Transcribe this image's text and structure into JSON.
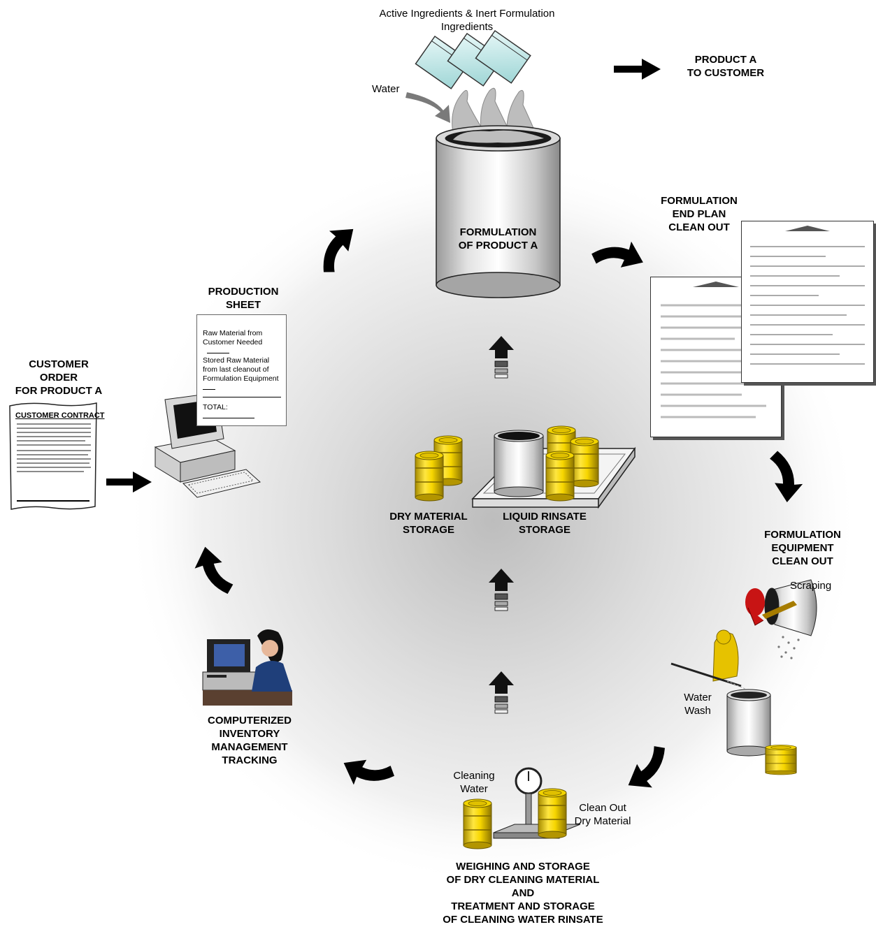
{
  "labels": {
    "ingredients": [
      "Active Ingredients & Inert Formulation",
      "Ingredients"
    ],
    "water": "Water",
    "product_to_customer": [
      "PRODUCT A",
      "TO CUSTOMER"
    ],
    "formulation": [
      "FORMULATION",
      "OF PRODUCT A"
    ],
    "end_plan": [
      "FORMULATION",
      "END PLAN",
      "CLEAN OUT"
    ],
    "production_sheet": [
      "PRODUCTION",
      "SHEET"
    ],
    "customer_order": [
      "CUSTOMER",
      "ORDER",
      "FOR PRODUCT A"
    ],
    "dry_storage": [
      "DRY MATERIAL",
      "STORAGE"
    ],
    "liquid_storage": [
      "LIQUID RINSATE",
      "STORAGE"
    ],
    "equipment_cleanout": [
      "FORMULATION",
      "EQUIPMENT",
      "CLEAN OUT"
    ],
    "scraping": "Scraping",
    "water_wash": [
      "Water",
      "Wash"
    ],
    "inventory": [
      "COMPUTERIZED",
      "INVENTORY",
      "MANAGEMENT",
      "TRACKING"
    ],
    "cleaning_water": [
      "Cleaning",
      "Water"
    ],
    "cleanout_dry": [
      "Clean Out",
      "Dry Material"
    ],
    "weighing": [
      "WEIGHING AND STORAGE",
      "OF DRY CLEANING MATERIAL",
      "AND",
      "TREATMENT AND STORAGE",
      "OF CLEANING WATER RINSATE"
    ]
  },
  "production_sheet_form": {
    "lines": [
      "Raw Material from",
      "Customer Needed",
      "Stored Raw Material",
      "from last cleanout of",
      "Formulation Equipment"
    ],
    "total": "TOTAL:"
  },
  "customer_contract": {
    "title": "CUSTOMER CONTRACT"
  },
  "icons": [
    "ingredient-bags-icon",
    "mixing-can-icon",
    "document-icon",
    "computer-icon",
    "drum-icon",
    "scale-icon",
    "worker-icon",
    "office-worker-icon"
  ]
}
